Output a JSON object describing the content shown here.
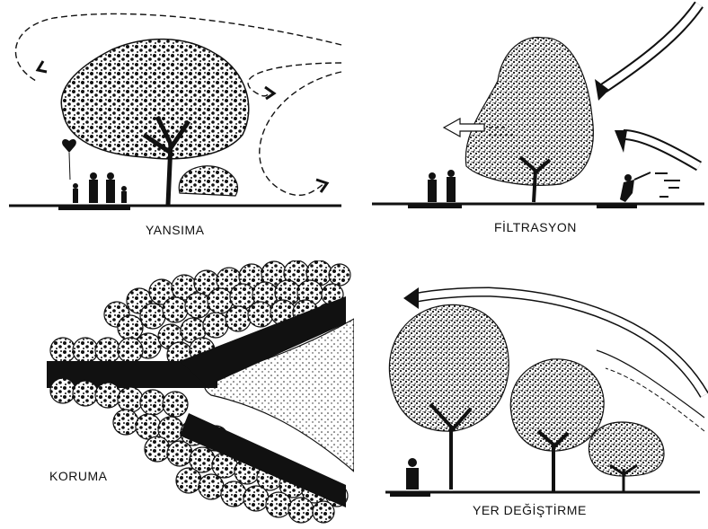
{
  "panels": [
    {
      "id": "yansima",
      "caption": "YANSIMA"
    },
    {
      "id": "filtrasyon",
      "caption": "FİLTRASYON"
    },
    {
      "id": "koruma",
      "caption": "KORUMA"
    },
    {
      "id": "yer_degistirme",
      "caption": "YER DEĞİŞTİRME"
    }
  ],
  "colors": {
    "ink": "#111111",
    "paper": "#ffffff",
    "stipple": "#3a3a3a"
  }
}
